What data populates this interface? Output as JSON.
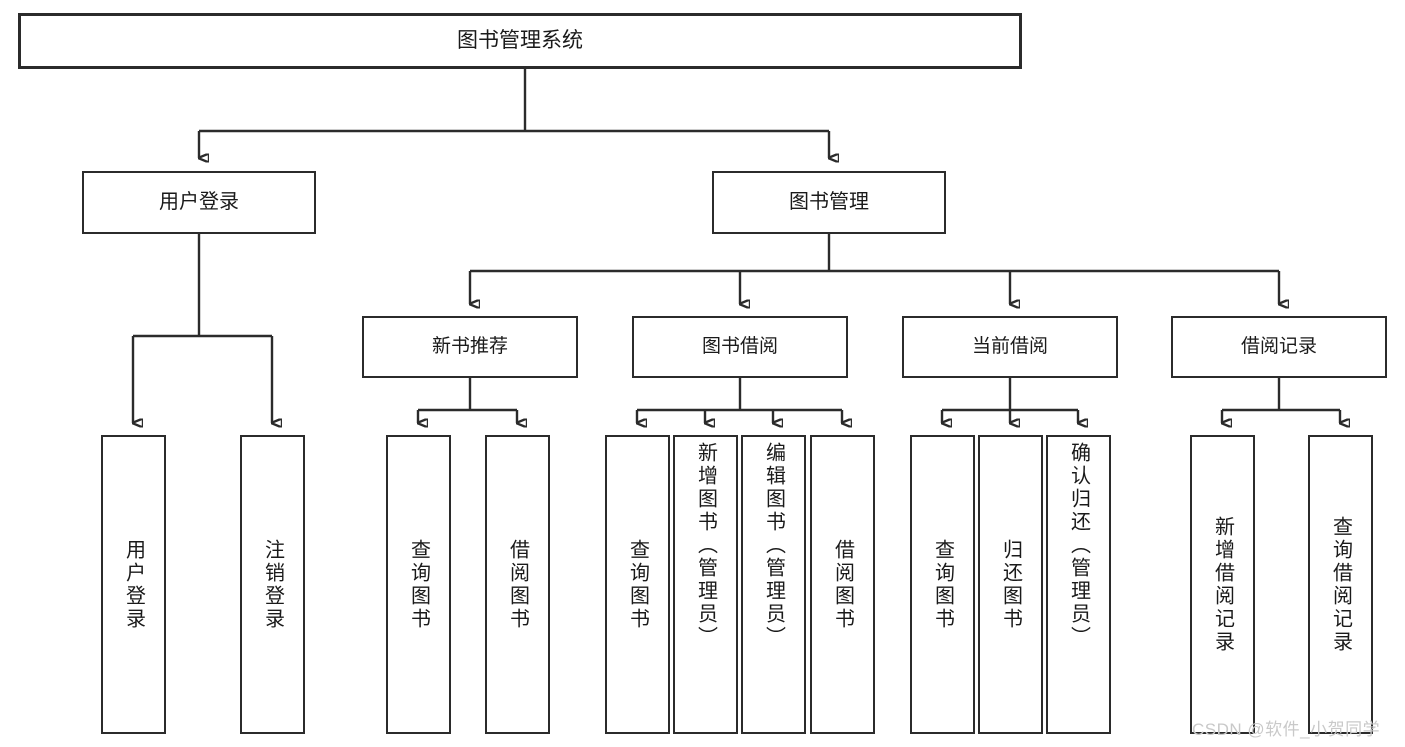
{
  "diagram": {
    "title": "图书管理系统",
    "root": {
      "label": "图书管理系统"
    },
    "level1": [
      {
        "label": "用户登录"
      },
      {
        "label": "图书管理"
      }
    ],
    "level2": [
      {
        "label": "新书推荐"
      },
      {
        "label": "图书借阅"
      },
      {
        "label": "当前借阅"
      },
      {
        "label": "借阅记录"
      }
    ],
    "leaves": {
      "user_login": [
        {
          "label": "用户登录"
        },
        {
          "label": "注销登录"
        }
      ],
      "new_book_recommend": [
        {
          "label": "查询图书"
        },
        {
          "label": "借阅图书"
        }
      ],
      "book_borrow": [
        {
          "label": "查询图书"
        },
        {
          "label": "新增图书（管理员）"
        },
        {
          "label": "编辑图书（管理员）"
        },
        {
          "label": "借阅图书"
        }
      ],
      "current_borrow": [
        {
          "label": "查询图书"
        },
        {
          "label": "归还图书"
        },
        {
          "label": "确认归还（管理员）"
        }
      ],
      "borrow_record": [
        {
          "label": "新增借阅记录"
        },
        {
          "label": "查询借阅记录"
        }
      ]
    },
    "watermark": "CSDN @软件_小贺同学",
    "colors": {
      "box_border": "#2b2b2b",
      "box_fill": "#ffffff",
      "text": "#1a1a1a",
      "watermark": "#c9c9c9"
    }
  }
}
